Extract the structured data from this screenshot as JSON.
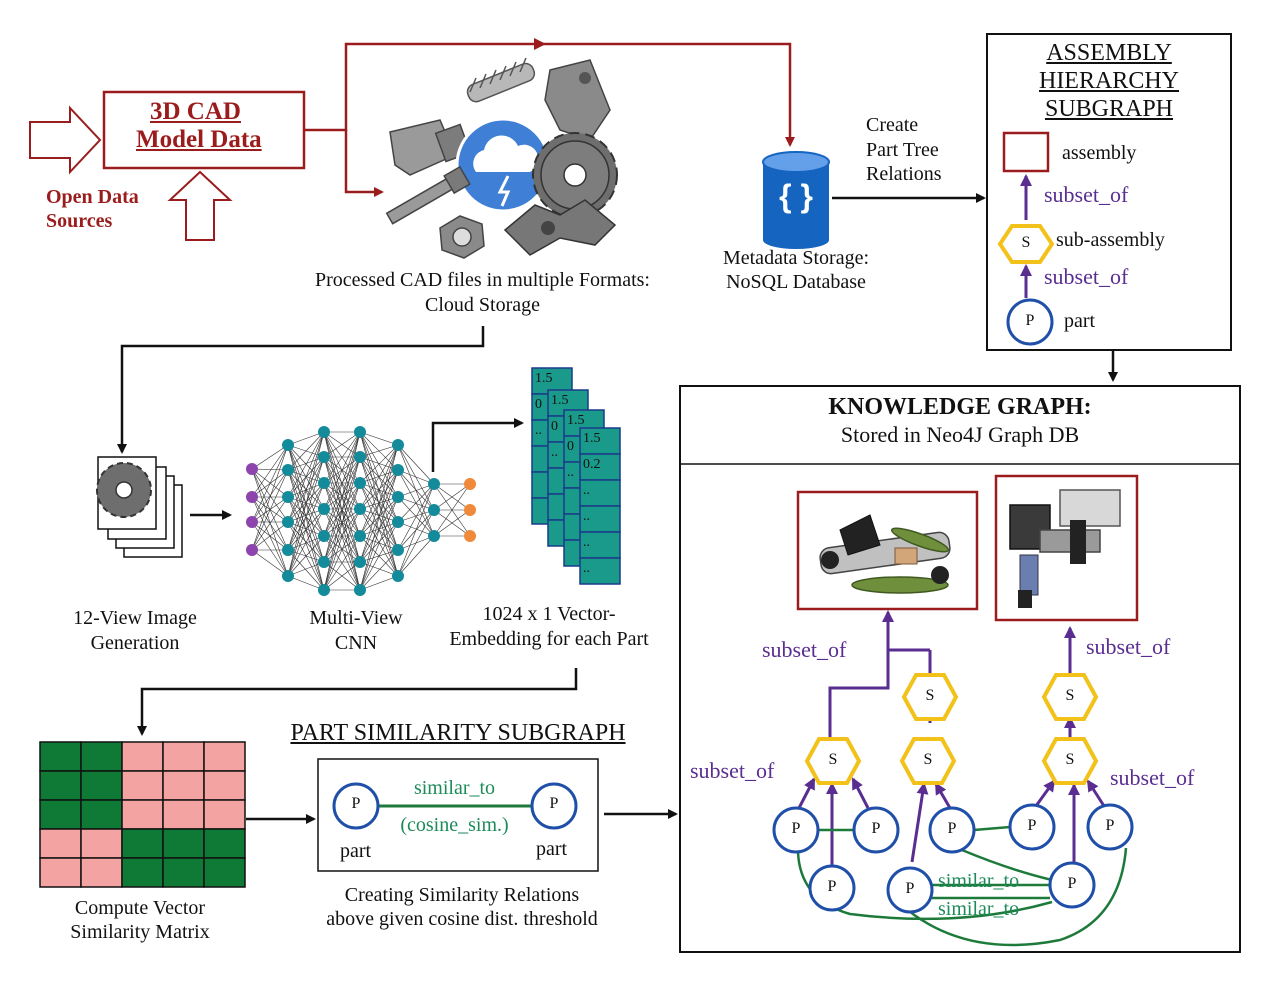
{
  "cad": {
    "title_line1": "3D CAD",
    "title_line2": "Model Data",
    "open_sources_line1": "Open Data",
    "open_sources_line2": "Sources",
    "processed_line1": "Processed CAD files in multiple Formats:",
    "processed_line2": "Cloud Storage"
  },
  "metadata": {
    "line1": "Metadata Storage:",
    "line2": "NoSQL Database",
    "db_symbol": "{ }",
    "relation_line1": "Create",
    "relation_line2": "Part Tree",
    "relation_line3": "Relations"
  },
  "hierarchy": {
    "title_line1": "ASSEMBLY",
    "title_line2": "HIERARCHY",
    "title_line3": "SUBGRAPH",
    "assembly_label": "assembly",
    "edge1": "subset_of",
    "subassembly_symbol": "S",
    "subassembly_label": "sub-assembly",
    "edge2": "subset_of",
    "part_symbol": "P",
    "part_label": "part"
  },
  "pipeline": {
    "view_gen_line1": "12-View Image",
    "view_gen_line2": "Generation",
    "cnn_line1": "Multi-View",
    "cnn_line2": "CNN",
    "embed_line1": "1024 x 1 Vector-",
    "embed_line2": "Embedding for each Part",
    "vector_values": [
      "1.5",
      "0",
      "..",
      "..",
      "..",
      ".."
    ],
    "vector_front": [
      "1.5",
      "0.2",
      "..",
      "..",
      "..",
      ".."
    ]
  },
  "similarity": {
    "matrix_line1": "Compute Vector",
    "matrix_line2": "Similarity Matrix",
    "title": "PART SIMILARITY SUBGRAPH",
    "edge_line1": "similar_to",
    "edge_line2": "(cosine_sim.)",
    "node_symbol": "P",
    "left_label": "part",
    "right_label": "part",
    "caption_line1": "Creating Similarity Relations",
    "caption_line2": "above given cosine dist. threshold"
  },
  "kg": {
    "title": "KNOWLEDGE GRAPH:",
    "subtitle": "Stored in Neo4J Graph DB",
    "subset_left_top": "subset_of",
    "subset_left_mid": "subset_of",
    "subset_right_top": "subset_of",
    "subset_right_mid": "subset_of",
    "similar1": "similar_to",
    "similar2": "similar_to",
    "s": "S",
    "p": "P"
  },
  "colors": {
    "dark_red": "#9b1c1c",
    "purple": "#5a2d91",
    "green": "#1d7a3a",
    "node_blue": "#1f4fa8",
    "hex_yellow": "#f2c11a",
    "vector_teal": "#1a9a8a",
    "matrix_green": "#0f7a35",
    "matrix_pink": "#f4a3a3",
    "db_blue": "#1565c0"
  }
}
